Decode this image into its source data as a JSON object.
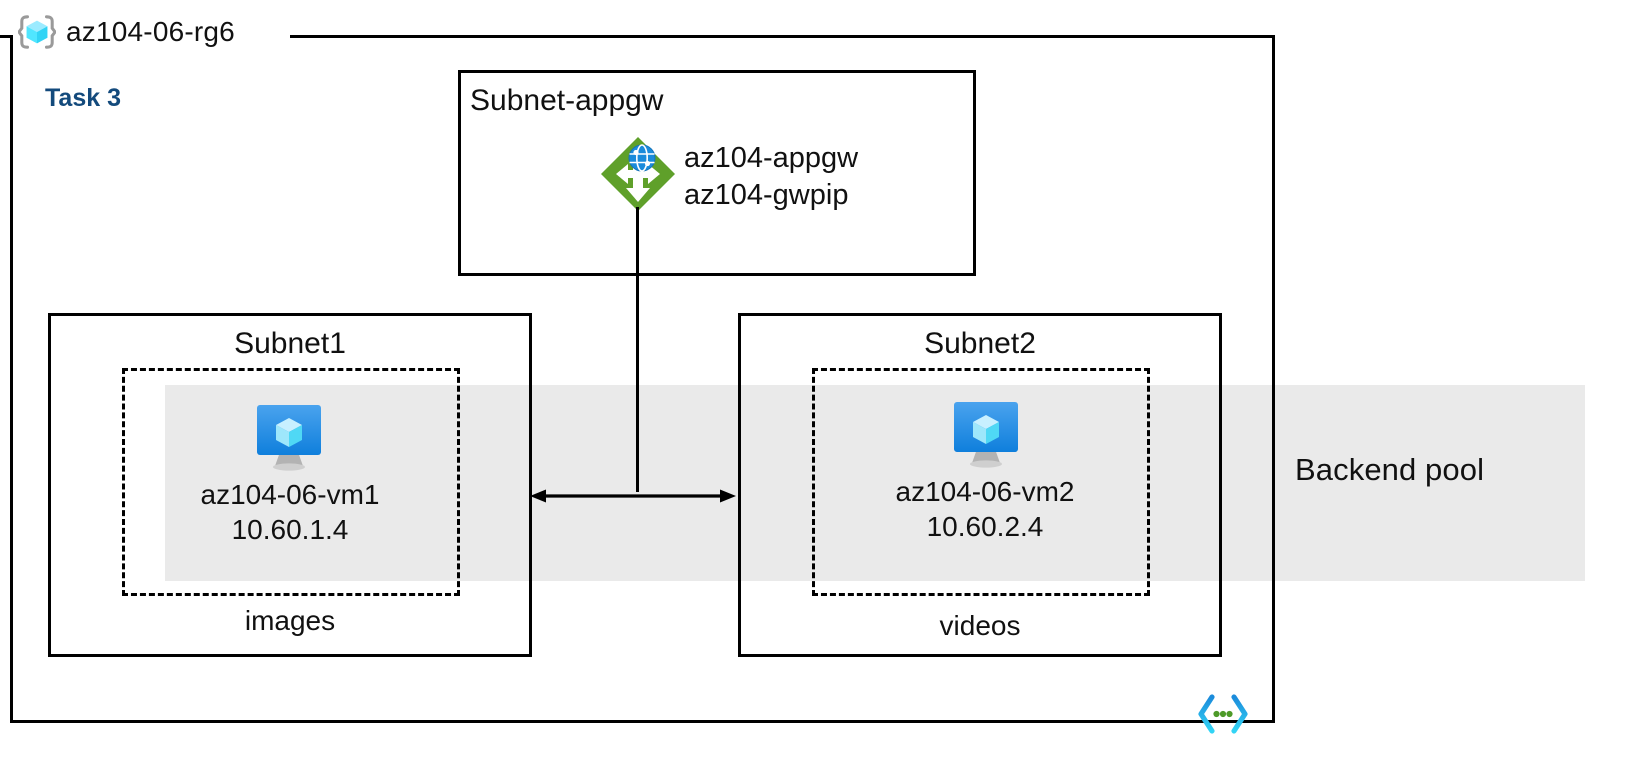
{
  "diagram": {
    "type": "azure-architecture",
    "resource_group": {
      "name": "az104-06-rg6",
      "icon": "resource-group-cube-icon"
    },
    "task_label": "Task 3",
    "subnets": [
      {
        "id": "subnet-appgw",
        "title": "Subnet-appgw",
        "resources": [
          {
            "icon": "application-gateway-icon",
            "labels": [
              "az104-appgw",
              "az104-gwpip"
            ]
          }
        ]
      },
      {
        "id": "subnet1",
        "title": "Subnet1",
        "vm": {
          "icon": "virtual-machine-icon",
          "name": "az104-06-vm1",
          "ip": "10.60.1.4"
        },
        "storage_label": "images"
      },
      {
        "id": "subnet2",
        "title": "Subnet2",
        "vm": {
          "icon": "virtual-machine-icon",
          "name": "az104-06-vm2",
          "ip": "10.60.2.4"
        },
        "storage_label": "videos"
      }
    ],
    "backend_pool": {
      "label": "Backend pool",
      "band_color": "#eaeaea"
    },
    "appgw_labels": {
      "line1": "az104-appgw",
      "line2": "az104-gwpip"
    },
    "footer_icon": "code-template-icon",
    "colors": {
      "task_text": "#134a7c",
      "gateway_green": "#5fa02a",
      "gateway_globe_blue": "#1b8bdb",
      "vm_blue": "#1b86e0",
      "cube_cyan": "#50e6ff",
      "band_gray": "#eaeaea",
      "line_black": "#000000",
      "code_icon_blue": "#1b8bdb",
      "code_icon_cyan": "#32d4f5",
      "code_icon_green": "#4d9a28"
    }
  }
}
